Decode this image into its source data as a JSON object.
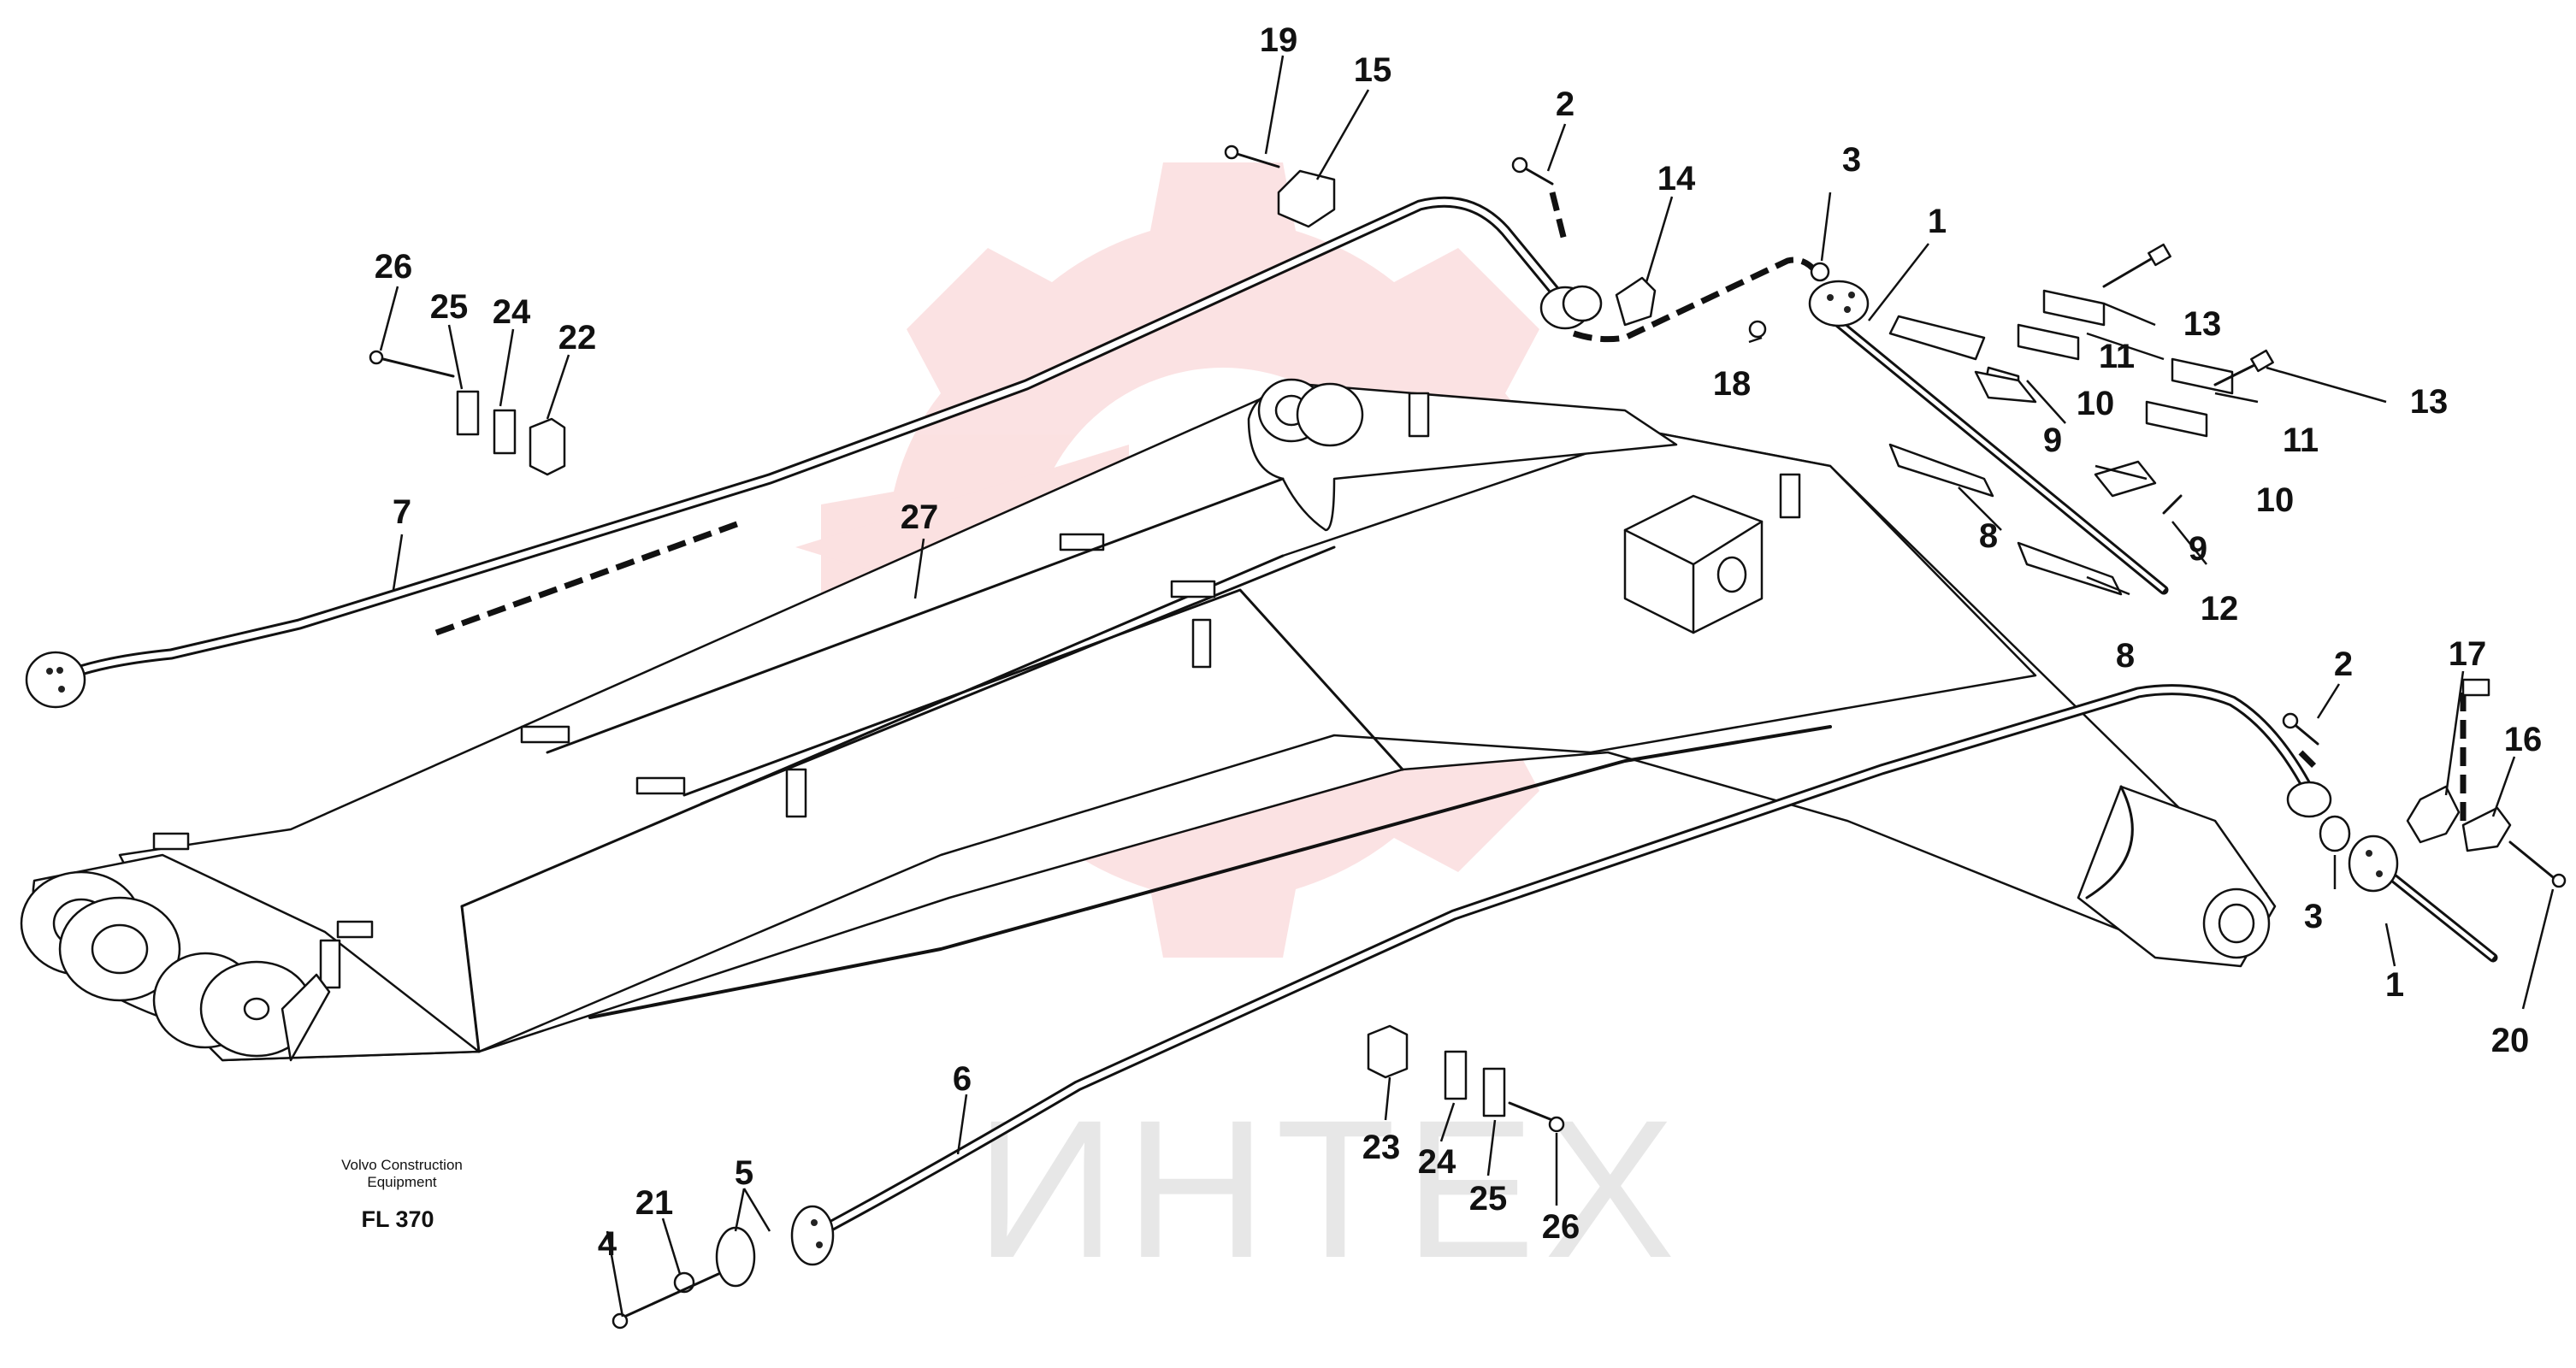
{
  "caption": {
    "line1": "Volvo Construction",
    "line2": "Equipment",
    "code": "FL 370"
  },
  "watermark": {
    "text": "ИНТЕХ",
    "color": "#e31e24"
  },
  "callouts": [
    {
      "id": "c1a",
      "label": "1"
    },
    {
      "id": "c1b",
      "label": "1"
    },
    {
      "id": "c2a",
      "label": "2"
    },
    {
      "id": "c2b",
      "label": "2"
    },
    {
      "id": "c3a",
      "label": "3"
    },
    {
      "id": "c3b",
      "label": "3"
    },
    {
      "id": "c4",
      "label": "4"
    },
    {
      "id": "c5",
      "label": "5"
    },
    {
      "id": "c6",
      "label": "6"
    },
    {
      "id": "c7",
      "label": "7"
    },
    {
      "id": "c8a",
      "label": "8"
    },
    {
      "id": "c8b",
      "label": "8"
    },
    {
      "id": "c9a",
      "label": "9"
    },
    {
      "id": "c9b",
      "label": "9"
    },
    {
      "id": "c10a",
      "label": "10"
    },
    {
      "id": "c10b",
      "label": "10"
    },
    {
      "id": "c11a",
      "label": "11"
    },
    {
      "id": "c11b",
      "label": "11"
    },
    {
      "id": "c12",
      "label": "12"
    },
    {
      "id": "c13a",
      "label": "13"
    },
    {
      "id": "c13b",
      "label": "13"
    },
    {
      "id": "c14",
      "label": "14"
    },
    {
      "id": "c15",
      "label": "15"
    },
    {
      "id": "c16",
      "label": "16"
    },
    {
      "id": "c17",
      "label": "17"
    },
    {
      "id": "c18",
      "label": "18"
    },
    {
      "id": "c19",
      "label": "19"
    },
    {
      "id": "c20",
      "label": "20"
    },
    {
      "id": "c21",
      "label": "21"
    },
    {
      "id": "c22",
      "label": "22"
    },
    {
      "id": "c23",
      "label": "23"
    },
    {
      "id": "c24a",
      "label": "24"
    },
    {
      "id": "c24b",
      "label": "24"
    },
    {
      "id": "c25a",
      "label": "25"
    },
    {
      "id": "c25b",
      "label": "25"
    },
    {
      "id": "c26a",
      "label": "26"
    },
    {
      "id": "c26b",
      "label": "26"
    },
    {
      "id": "c27",
      "label": "27"
    }
  ]
}
